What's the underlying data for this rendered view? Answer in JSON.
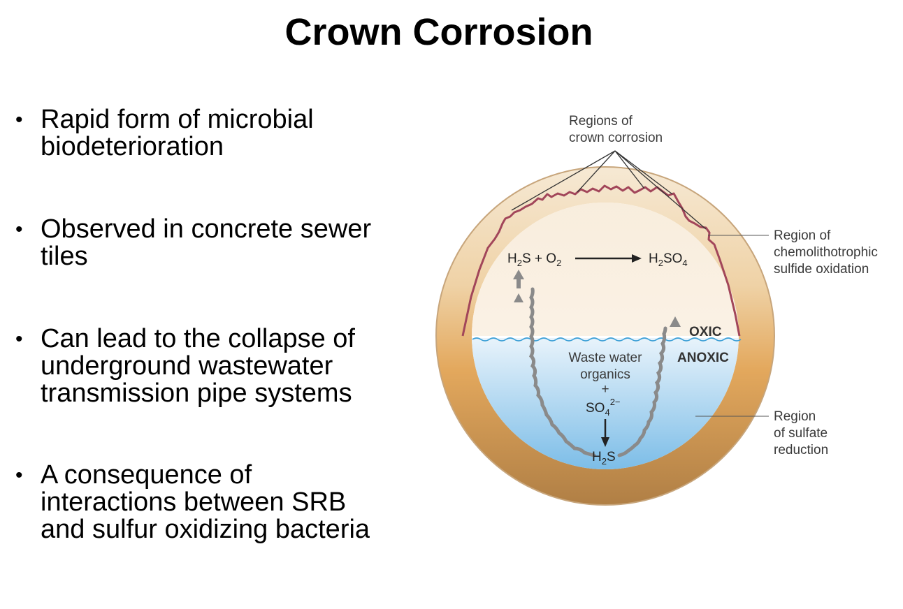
{
  "slide": {
    "title": "Crown Corrosion",
    "bullets": [
      {
        "marker": "•",
        "lines": [
          "Rapid form of microbial",
          "biodeterioration"
        ]
      },
      {
        "marker": "•",
        "lines": [
          "Observed in concrete sewer",
          "tiles"
        ]
      },
      {
        "marker": "•",
        "lines": [
          "Can lead to the collapse of",
          "underground wastewater",
          "transmission pipe systems"
        ]
      },
      {
        "marker": "•",
        "lines": [
          "A consequence of",
          "interactions between SRB",
          "and sulfur oxidizing bacteria"
        ]
      }
    ]
  },
  "diagram": {
    "label_crown_regions": [
      "Regions of",
      "crown corrosion"
    ],
    "label_oxidation_region": [
      "Region of",
      "chemolithotrophic",
      "sulfide oxidation"
    ],
    "label_reduction_region": [
      "Region",
      "of sulfate",
      "reduction"
    ],
    "oxic": "OXIC",
    "anoxic": "ANOXIC",
    "wastewater": [
      "Waste water",
      "organics",
      "+"
    ],
    "reaction_left": {
      "h": "H",
      "sub2": "2",
      "s_plus_o": "S + O",
      "o_sub": "2"
    },
    "reaction_right": {
      "h": "H",
      "sub2": "2",
      "so": "SO",
      "sub4": "4"
    },
    "sulfate": {
      "so": "SO",
      "sub": "4",
      "sup": "2−"
    },
    "sulfide_bottom": {
      "h": "H",
      "sub": "2",
      "s": "S"
    },
    "colors": {
      "pipe_top": "#f6e9d4",
      "pipe_bottom": "#b07f45",
      "pipe_mid": "#e3a85d",
      "water_top": "#e8f3fb",
      "water_bottom": "#6ab4e4",
      "corrosion": "#a2465a",
      "arrow_gray": "#8a8a8a"
    }
  }
}
